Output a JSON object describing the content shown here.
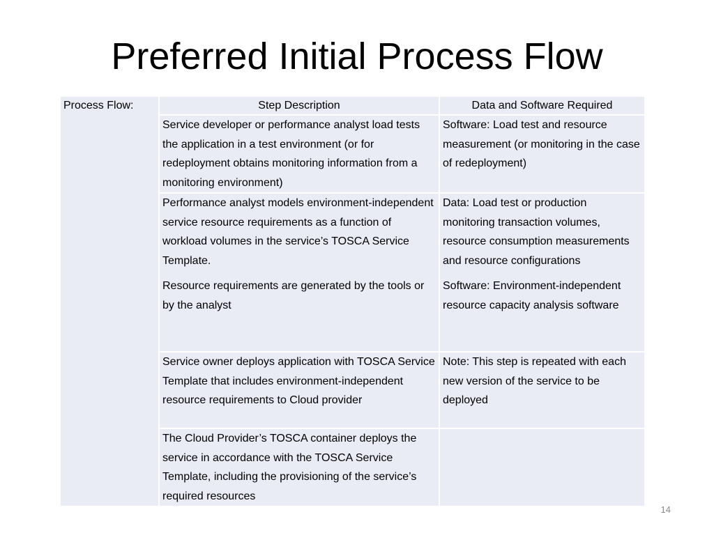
{
  "slide": {
    "title": "Preferred Initial Process Flow",
    "page_number": "14"
  },
  "table": {
    "row_label": "Process Flow:",
    "headers": {
      "step": "Step Description",
      "data": "Data and Software Required"
    },
    "rows": [
      {
        "step": [
          "Service developer or performance analyst load tests the application in a test environment (or for redeployment obtains monitoring information from a monitoring environment)"
        ],
        "data": [
          "Software: Load test and resource measurement (or monitoring in the case of  redeployment)"
        ]
      },
      {
        "step": [
          "Performance analyst models environment-independent service resource requirements as a function of workload volumes in the service’s TOSCA Service Template.",
          "Resource requirements are generated by the tools or by the analyst"
        ],
        "data": [
          "Data: Load test or production monitoring transaction volumes, resource consumption measurements and resource configurations",
          "Software: Environment-independent resource capacity analysis software"
        ]
      },
      {
        "step": [
          "Service owner deploys application with TOSCA Service Template that includes environment-independent resource requirements to Cloud provider"
        ],
        "data": [
          "Note: This step is repeated with each new version of the service to be deployed"
        ]
      },
      {
        "step": [
          "The Cloud Provider’s TOSCA container deploys the service in accordance with the TOSCA Service Template, including the provisioning of the service’s required resources"
        ],
        "data": []
      }
    ]
  },
  "colors": {
    "cell_background": "#e9ebf5",
    "cell_border": "#ffffff",
    "page_number": "#888888"
  }
}
